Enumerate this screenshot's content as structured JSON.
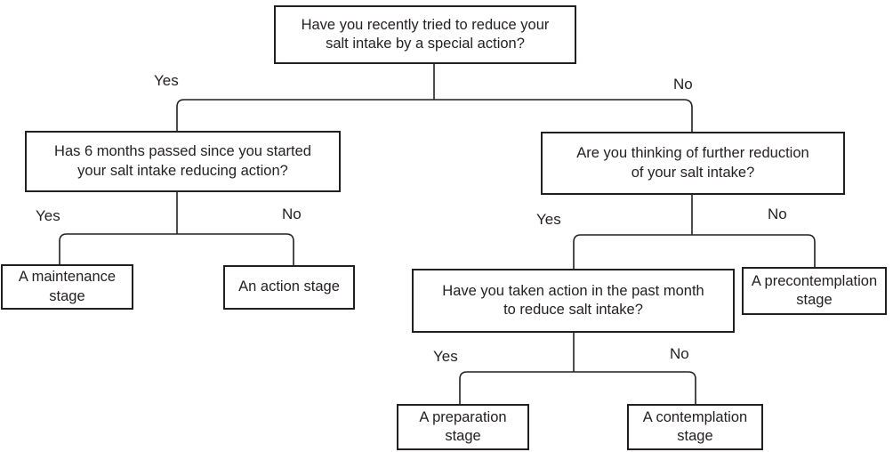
{
  "diagram": {
    "type": "decision-tree-flowchart",
    "background_color": "#ffffff",
    "line_color": "#231f20",
    "text_color": "#231f20",
    "nodes": {
      "root": {
        "kind": "question",
        "text": "Have you recently tried to reduce your\nsalt intake by a special action?"
      },
      "six_months": {
        "kind": "question",
        "text": "Has 6 months passed since you started\nyour salt intake reducing action?"
      },
      "further_reduction": {
        "kind": "question",
        "text": "Are you thinking of further reduction\nof your salt intake?"
      },
      "past_month": {
        "kind": "question",
        "text": "Have you taken action in the past month\nto reduce salt intake?"
      },
      "maintenance": {
        "kind": "outcome",
        "text": "A maintenance\nstage"
      },
      "action": {
        "kind": "outcome",
        "text": "An action stage"
      },
      "precontemplation": {
        "kind": "outcome",
        "text": "A precontemplation\nstage"
      },
      "preparation": {
        "kind": "outcome",
        "text": "A preparation\nstage"
      },
      "contemplation": {
        "kind": "outcome",
        "text": "A contemplation\nstage"
      }
    },
    "labels": {
      "root_yes": "Yes",
      "root_no": "No",
      "six_months_yes": "Yes",
      "six_months_no": "No",
      "further_yes": "Yes",
      "further_no": "No",
      "past_month_yes": "Yes",
      "past_month_no": "No"
    },
    "edges": [
      {
        "from": "root",
        "label": "Yes",
        "to": "six_months"
      },
      {
        "from": "root",
        "label": "No",
        "to": "further_reduction"
      },
      {
        "from": "six_months",
        "label": "Yes",
        "to": "maintenance"
      },
      {
        "from": "six_months",
        "label": "No",
        "to": "action"
      },
      {
        "from": "further_reduction",
        "label": "Yes",
        "to": "past_month"
      },
      {
        "from": "further_reduction",
        "label": "No",
        "to": "precontemplation"
      },
      {
        "from": "past_month",
        "label": "Yes",
        "to": "preparation"
      },
      {
        "from": "past_month",
        "label": "No",
        "to": "contemplation"
      }
    ]
  }
}
